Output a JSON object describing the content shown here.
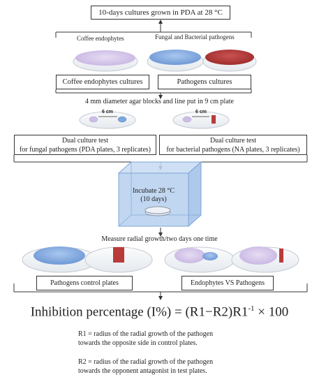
{
  "steps": {
    "top_box": "10-days cultures grown in PDA at 28 °C",
    "coffee_label": "Coffee endophytes",
    "pathogen_label": "Fungal and Bacterial pathogens",
    "coffee_box": "Coffee endophytes cultures",
    "pathogen_box": "Pathogens cultures",
    "agar_text": "4 mm diameter agar blocks and line put in 9 cm plate",
    "distance_label_left": "6 cm",
    "distance_label_right": "6 cm",
    "dual_fungal_line1": "Dual culture test",
    "dual_fungal_line2": "for fungal pathogens (PDA plates, 3 replicates)",
    "dual_bacterial_line1": "Dual culture test",
    "dual_bacterial_line2": "for bacterial pathogens (NA plates, 3 replicates)",
    "incubate_line1": "Incubate 28 °C",
    "incubate_line2": "(10 days)",
    "measure_text": "Measure radial growth/two days one time",
    "control_box": "Pathogens control plates",
    "versus_box": "Endophytes VS Pathogens"
  },
  "formula": {
    "main": "Inhibition percentage (I%) = (R1−R2)R1",
    "exponent": "-1",
    "tail": " × 100"
  },
  "definitions": {
    "r1_line1": "R1 = radius of the radial growth of the pathogen",
    "r1_line2": "towards the opposite side in control plates.",
    "r2_line1": "R2 = radius of the radial growth of the pathogen",
    "r2_line2": "towards the opponent antagonist in test plates."
  },
  "colors": {
    "endophyte": "#cdbde6",
    "fungal_pathogen": "#7fa6de",
    "bacterial_pathogen": "#b93a3a",
    "incubator": "#a7c6ea"
  }
}
